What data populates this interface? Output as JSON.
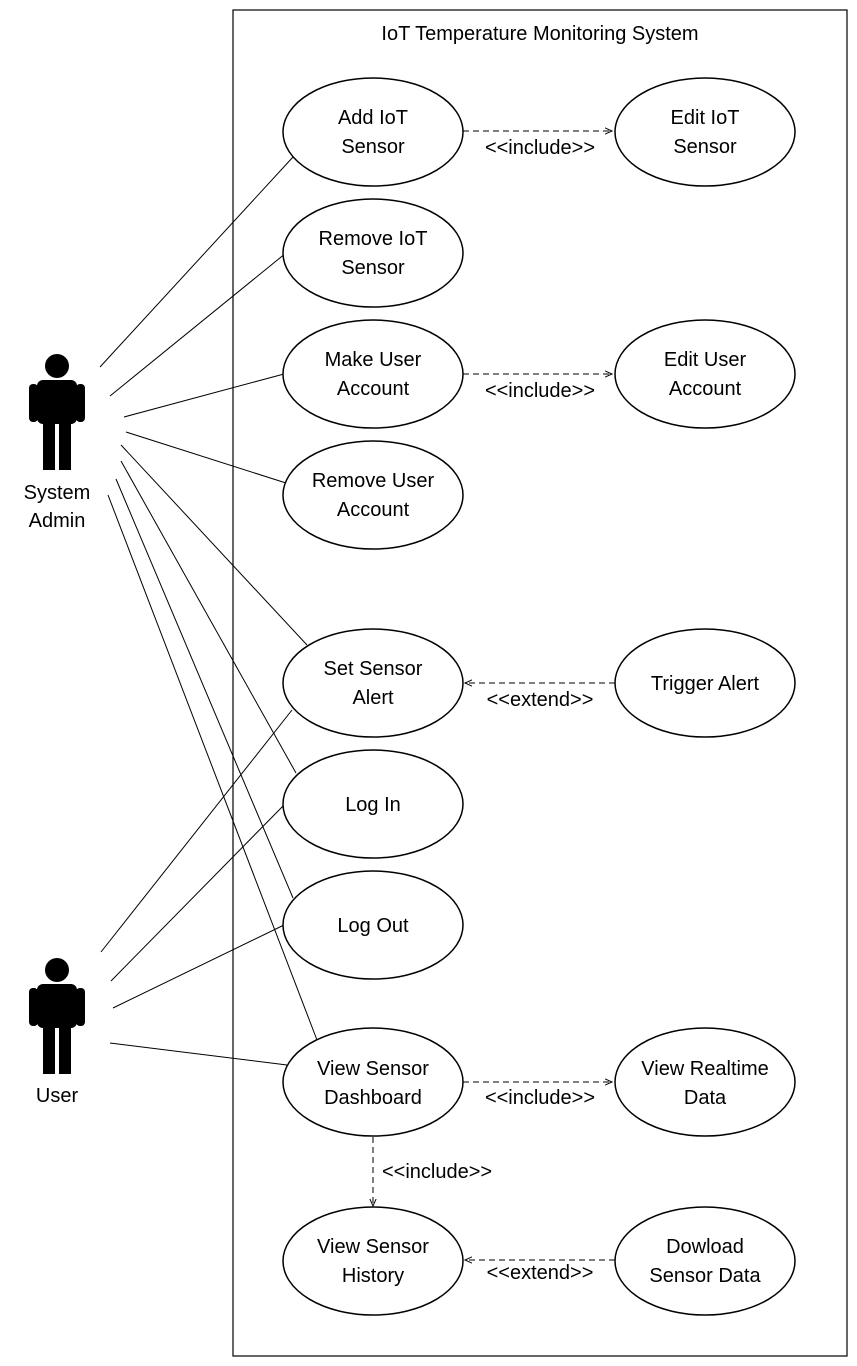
{
  "system": {
    "title": "IoT Temperature Monitoring System"
  },
  "actors": {
    "admin": {
      "line1": "System",
      "line2": "Admin"
    },
    "user": {
      "label": "User"
    }
  },
  "use_cases": {
    "add_sensor": {
      "line1": "Add IoT",
      "line2": "Sensor"
    },
    "edit_sensor": {
      "line1": "Edit IoT",
      "line2": "Sensor"
    },
    "remove_sensor": {
      "line1": "Remove IoT",
      "line2": "Sensor"
    },
    "make_account": {
      "line1": "Make User",
      "line2": "Account"
    },
    "edit_account": {
      "line1": "Edit User",
      "line2": "Account"
    },
    "remove_account": {
      "line1": "Remove User",
      "line2": "Account"
    },
    "set_alert": {
      "line1": "Set Sensor",
      "line2": "Alert"
    },
    "trigger_alert": {
      "label": "Trigger Alert"
    },
    "log_in": {
      "label": "Log In"
    },
    "log_out": {
      "label": "Log Out"
    },
    "view_dashboard": {
      "line1": "View Sensor",
      "line2": "Dashboard"
    },
    "view_realtime": {
      "line1": "View Realtime",
      "line2": "Data"
    },
    "view_history": {
      "line1": "View Sensor",
      "line2": "History"
    },
    "download_data": {
      "line1": "Dowload",
      "line2": "Sensor Data"
    }
  },
  "relations": {
    "include_sensor": "<<include>>",
    "include_account": "<<include>>",
    "extend_alert": "<<extend>>",
    "include_realtime": "<<include>>",
    "include_history": "<<include>>",
    "extend_download": "<<extend>>"
  }
}
